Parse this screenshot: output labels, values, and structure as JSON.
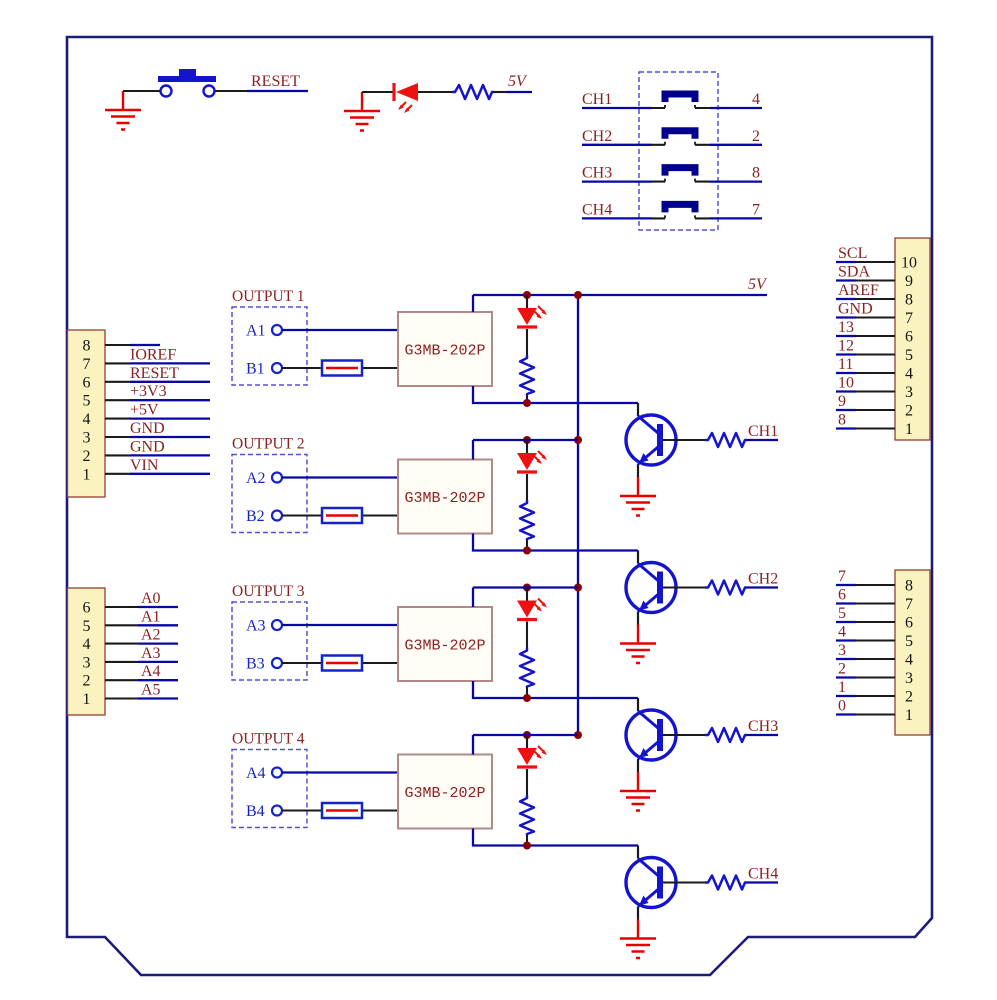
{
  "colors": {
    "wire_blue": "#0707a8",
    "lead_black": "#1a1a1a",
    "component_blue": "#1414cc",
    "jumper_navy": "#00008b",
    "red": "#e60000",
    "led_red": "#ee1111",
    "junction_maroon": "#8b0000",
    "label_maroon": "#8b2121",
    "connector_fill": "#faf3c0",
    "board_outline": "#1c1c78"
  },
  "reset_circuit": {
    "net_label": "RESET"
  },
  "power_led_circuit": {
    "net_label": "5V"
  },
  "power_rail": {
    "net_label": "5V"
  },
  "jumper_header": {
    "rows": [
      {
        "channel": "CH1",
        "pin": "4"
      },
      {
        "channel": "CH2",
        "pin": "2"
      },
      {
        "channel": "CH3",
        "pin": "8"
      },
      {
        "channel": "CH4",
        "pin": "7"
      }
    ]
  },
  "left_power_header": {
    "pin_numbers": [
      "8",
      "7",
      "6",
      "5",
      "4",
      "3",
      "2",
      "1"
    ],
    "net_labels": [
      "IOREF",
      "RESET",
      "+3V3",
      "+5V",
      "GND",
      "GND",
      "VIN"
    ]
  },
  "analog_header": {
    "pin_numbers": [
      "6",
      "5",
      "4",
      "3",
      "2",
      "1"
    ],
    "net_labels": [
      "A0",
      "A1",
      "A2",
      "A3",
      "A4",
      "A5"
    ]
  },
  "right_upper_header": {
    "pin_numbers": [
      "10",
      "9",
      "8",
      "7",
      "6",
      "5",
      "4",
      "3",
      "2",
      "1"
    ],
    "net_labels": [
      "SCL",
      "SDA",
      "AREF",
      "GND",
      "13",
      "12",
      "11",
      "10",
      "9",
      "8"
    ]
  },
  "right_lower_header": {
    "pin_numbers": [
      "8",
      "7",
      "6",
      "5",
      "4",
      "3",
      "2",
      "1"
    ],
    "net_labels": [
      "7",
      "6",
      "5",
      "4",
      "3",
      "2",
      "1",
      "0"
    ]
  },
  "output_channels": [
    {
      "title": "OUTPUT 1",
      "terminal_a": "A1",
      "terminal_b": "B1",
      "relay": "G3MB-202P",
      "channel": "CH1"
    },
    {
      "title": "OUTPUT 2",
      "terminal_a": "A2",
      "terminal_b": "B2",
      "relay": "G3MB-202P",
      "channel": "CH2"
    },
    {
      "title": "OUTPUT 3",
      "terminal_a": "A3",
      "terminal_b": "B3",
      "relay": "G3MB-202P",
      "channel": "CH3"
    },
    {
      "title": "OUTPUT 4",
      "terminal_a": "A4",
      "terminal_b": "B4",
      "relay": "G3MB-202P",
      "channel": "CH4"
    }
  ]
}
